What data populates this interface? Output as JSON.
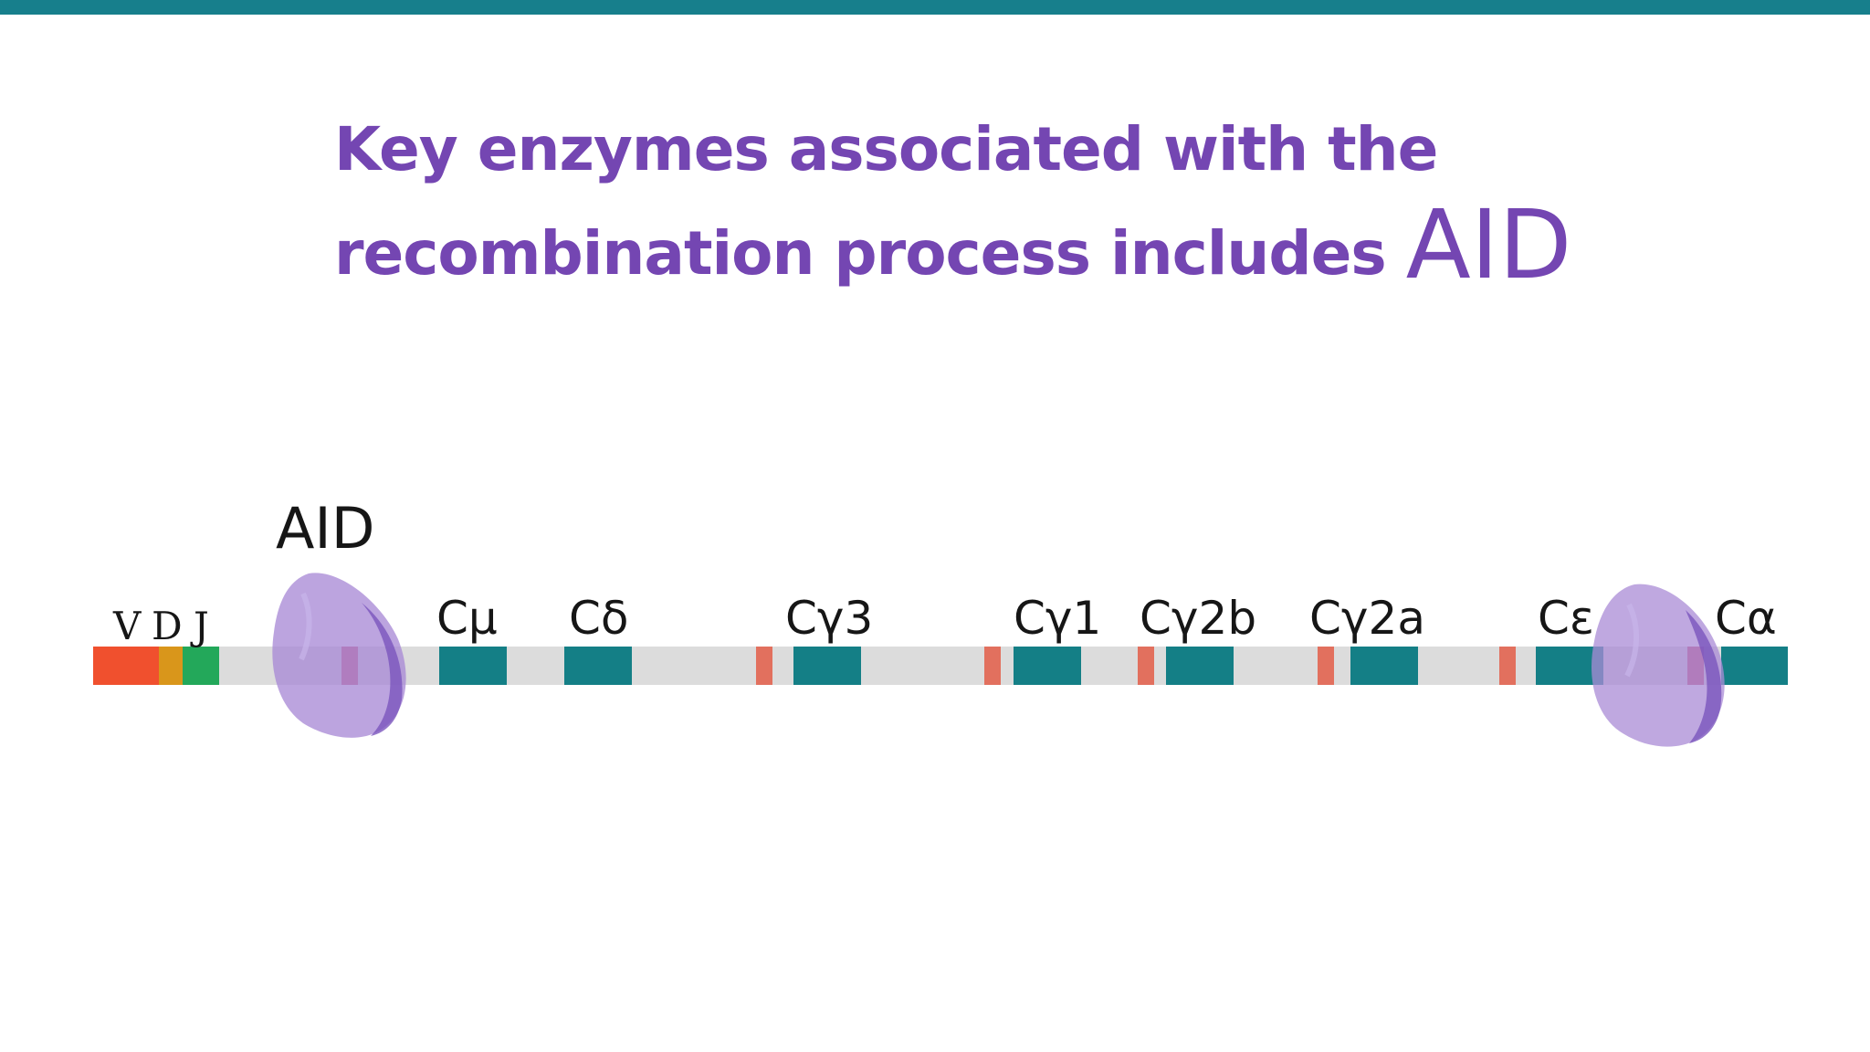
{
  "slide": {
    "title_line1": "Key enzymes associated with the",
    "title_line2": "recombination process includes",
    "title_emphasis": "AID"
  },
  "diagram": {
    "enzyme_label": "AID",
    "segment_labels": {
      "v": "V",
      "d": "D",
      "j": "J"
    },
    "constant_genes": [
      "Cμ",
      "Cδ",
      "Cγ3",
      "Cγ1",
      "Cγ2b",
      "Cγ2a",
      "Cε",
      "Cα"
    ]
  },
  "colors": {
    "top_band": "#177f8c",
    "title": "#7446b2",
    "dna_backbone": "#dcdcdc",
    "v_segment": "#f0502e",
    "d_segment": "#d9961b",
    "j_segment": "#23a85a",
    "constant_gene": "#147f86",
    "switch_region": "#e2705e",
    "aid_enzyme": "#a98bd6"
  }
}
